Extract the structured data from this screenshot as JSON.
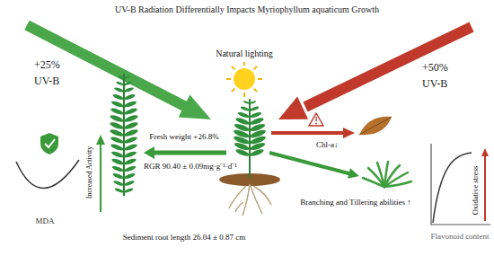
{
  "diagram": {
    "title": "UV-B Radiation Differentially Impacts Myriophyllum aquaticum Growth",
    "labels": [
      "Natural lighting",
      "+25%",
      "UV-B",
      "+50%",
      "UV-B",
      "Fresh weight +26.8%",
      "RGR 90.40 ± 0.09mg·g⁻¹·d⁻¹",
      "Chl-a↓",
      "Branching and Tillering abilities ↑",
      "Sediment root length 26.04 ± 0.87 cm",
      "MDA",
      "Increased Activity",
      "Oxidative stress",
      "Flavonoid content"
    ]
  }
}
